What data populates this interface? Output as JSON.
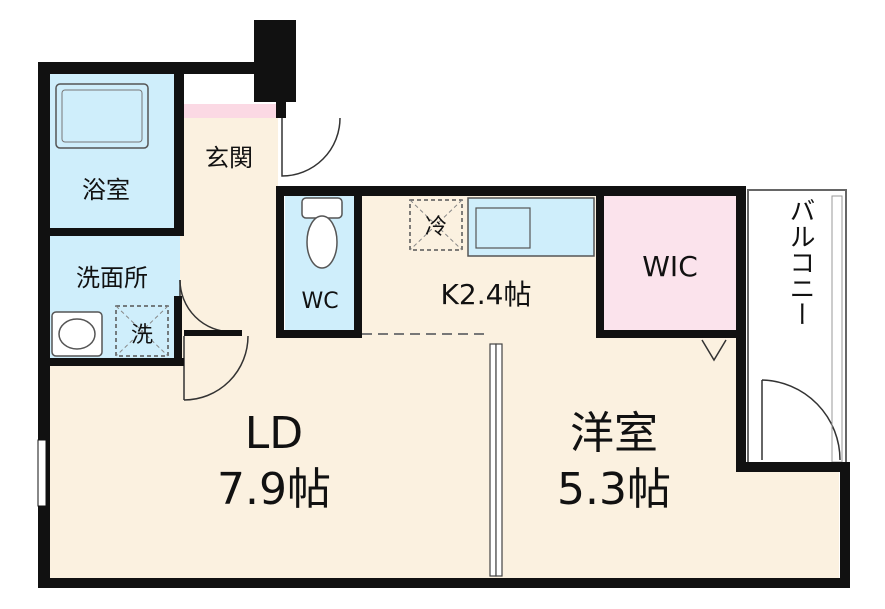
{
  "rooms": {
    "bath": "浴室",
    "entrance": "玄関",
    "washroom": "洗面所",
    "washer": "洗",
    "wc": "WC",
    "fridge": "冷",
    "kitchen": "K2.4帖",
    "wic": "WIC",
    "balcony": "バルコニー",
    "ld_name": "LD",
    "ld_size": "7.9帖",
    "western_name": "洋室",
    "western_size": "5.3帖"
  },
  "colors": {
    "floor": "#fbf1e0",
    "water": "#cfeefb",
    "wic": "#fbe3ec",
    "entrance_step": "#fbd9e4",
    "wall": "#111111"
  }
}
